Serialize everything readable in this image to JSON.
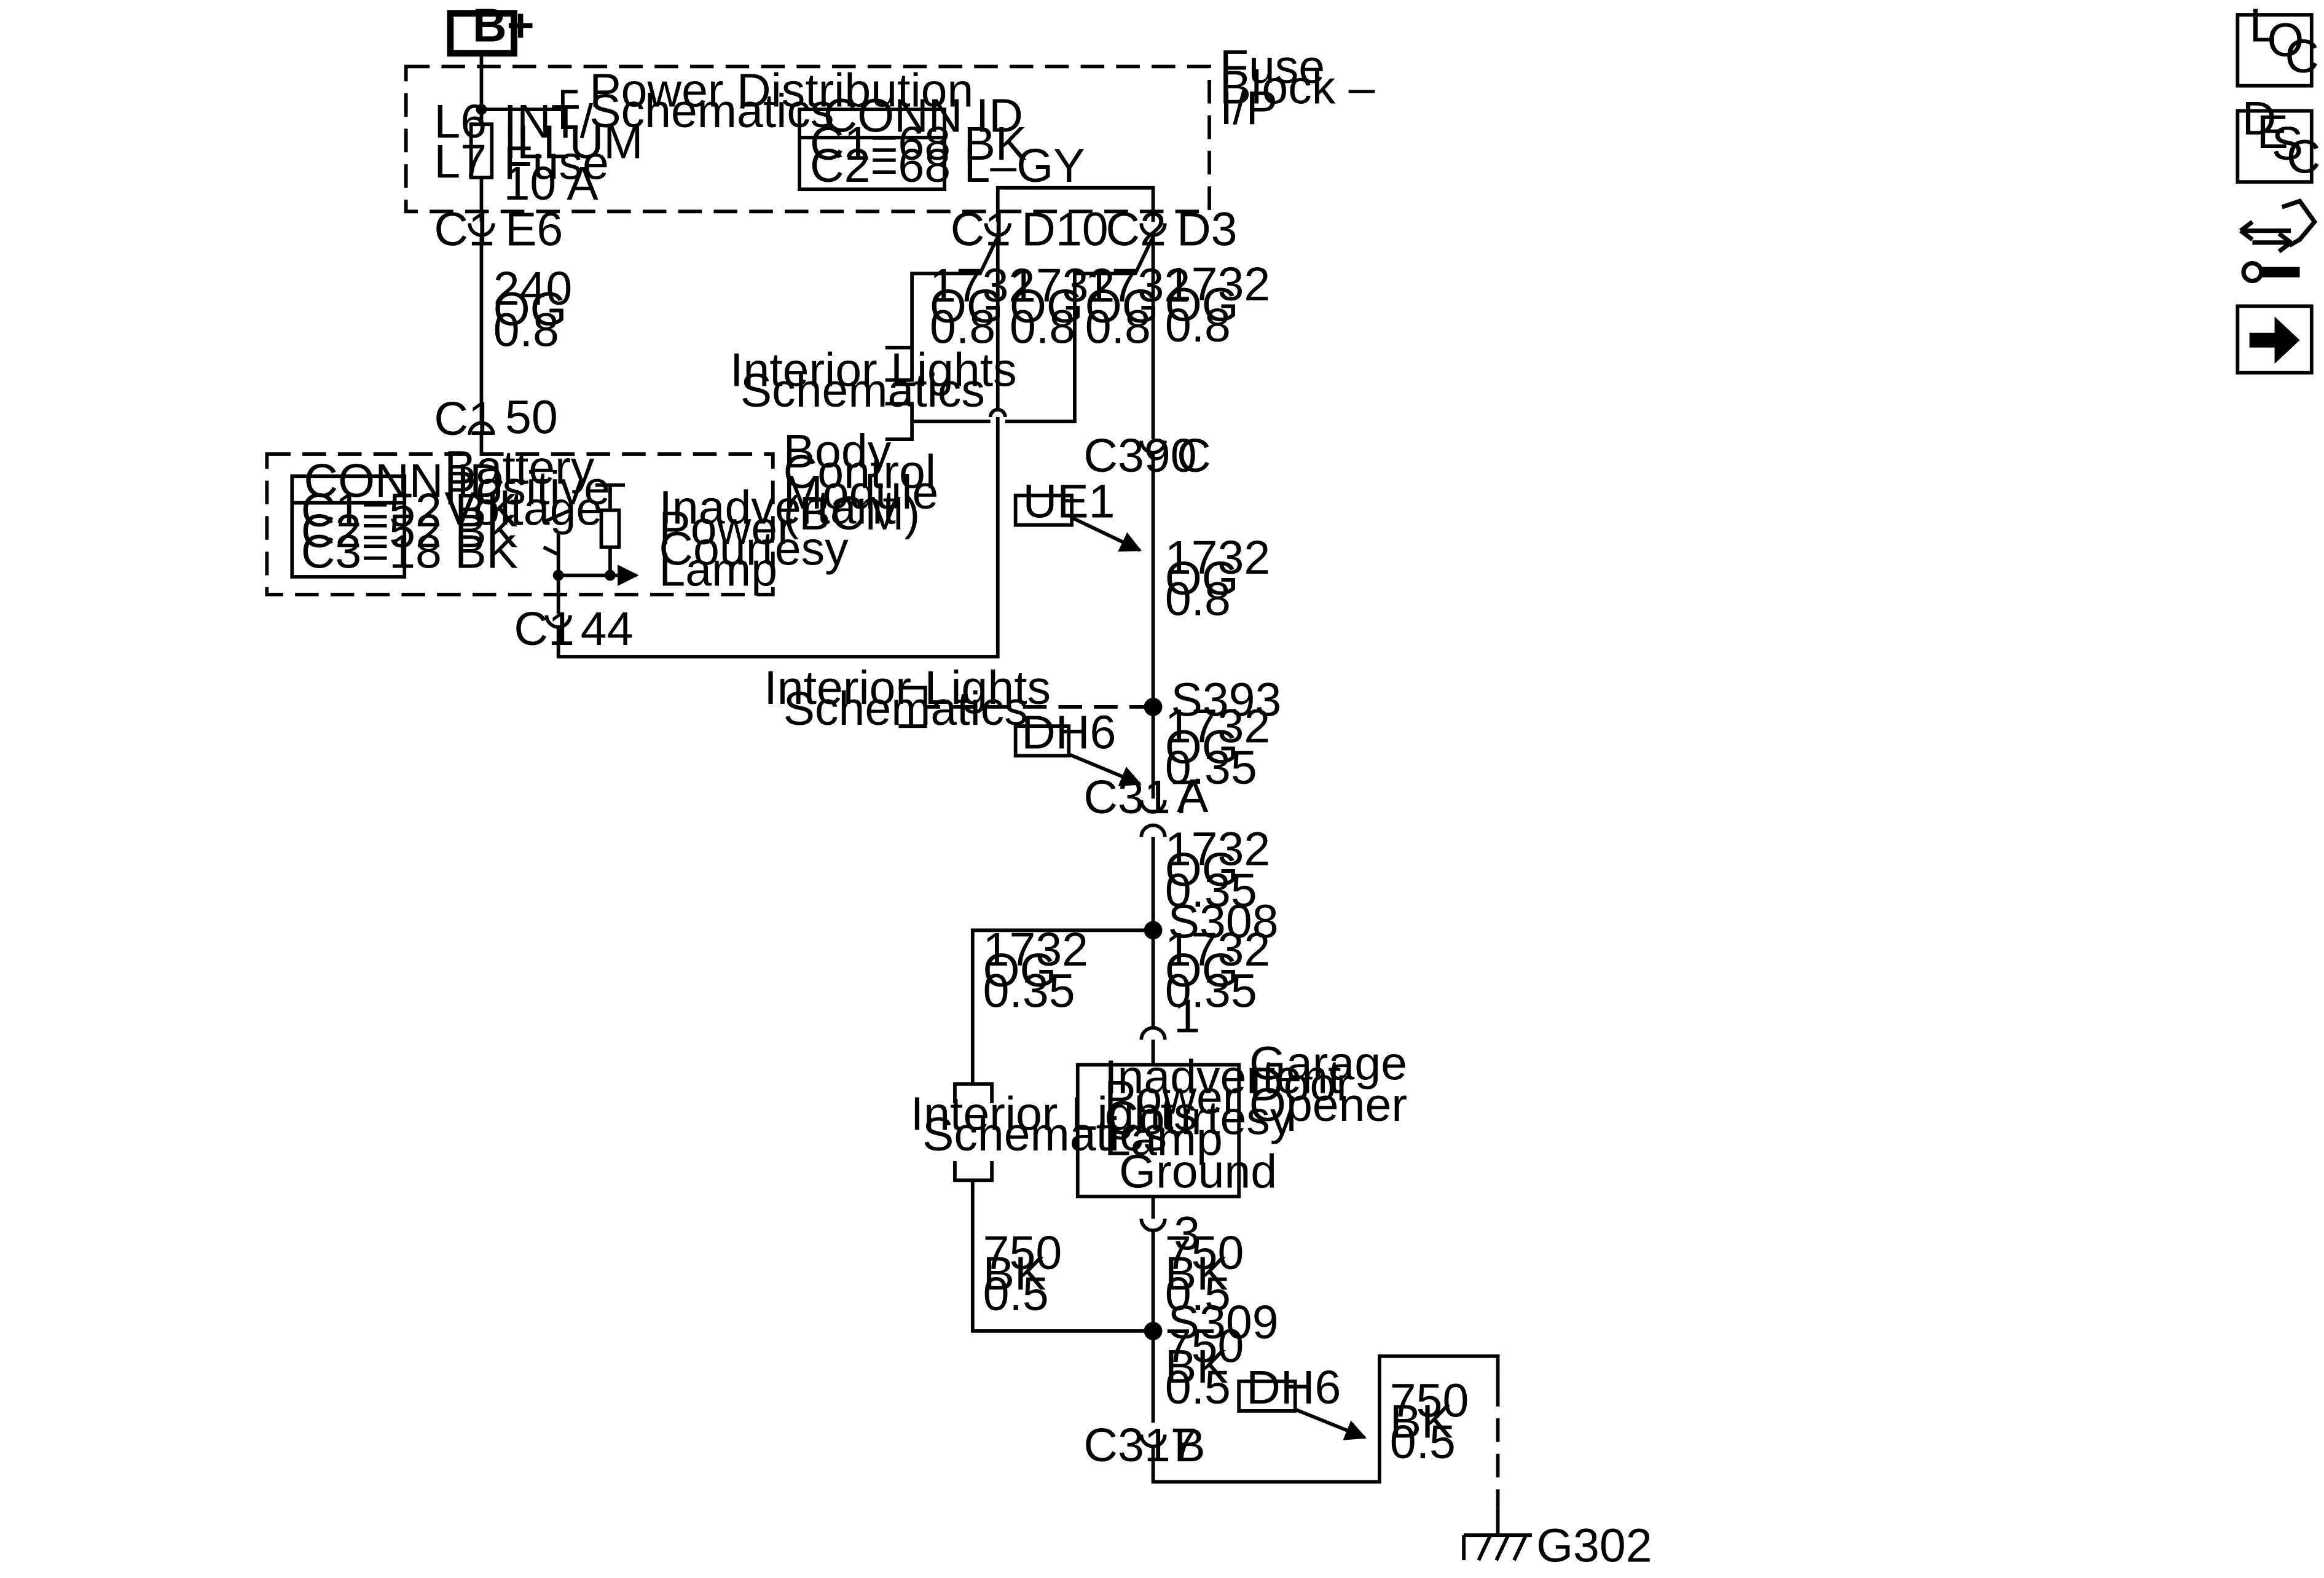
{
  "supply": {
    "label": "B+"
  },
  "fuse_block": {
    "name_lines": [
      "Fuse",
      "Block –",
      "I/P"
    ],
    "location_top": "L6",
    "location_bottom": "L7",
    "fuse_lines": [
      "INT/",
      "ILLUM",
      "Fuse",
      "10 A"
    ],
    "power_ref_lines": [
      "Power Distribution",
      "Schematics"
    ],
    "conn_id_title": "CONN ID",
    "conn_ids": [
      "C1=68 BK",
      "C2=68 L–GY"
    ]
  },
  "connectors": {
    "c1_e6": {
      "conn": "C1",
      "pin": "E6"
    },
    "c1_d10": {
      "conn": "C1",
      "pin": "D10"
    },
    "c2_d3": {
      "conn": "C2",
      "pin": "D3"
    },
    "bcm_50": {
      "conn": "C1",
      "pin": "50"
    },
    "bcm_44": {
      "conn": "C1",
      "pin": "44"
    },
    "c390": {
      "conn": "C390",
      "pin": "C"
    },
    "c317_a": {
      "conn": "C317",
      "pin": "A"
    },
    "gdo_1": {
      "pin": "1"
    },
    "gdo_3": {
      "pin": "3"
    },
    "c317_b": {
      "conn": "C317",
      "pin": "B"
    }
  },
  "wires": {
    "w240": [
      "240",
      "OG",
      "0.8"
    ],
    "w1732_a": [
      "1732",
      "OG",
      "0.8"
    ],
    "w1732_b": [
      "1732",
      "OG",
      "0.8"
    ],
    "w1732_c": [
      "1732",
      "OG",
      "0.8"
    ],
    "w1732_d": [
      "1732",
      "OG",
      "0.8"
    ],
    "w1732_e": [
      "1732",
      "OG",
      "0.8"
    ],
    "w1732_f": [
      "1732",
      "OG",
      "0.35"
    ],
    "w1732_g": [
      "1732",
      "OG",
      "0.35"
    ],
    "w1732_h": [
      "1732",
      "OG",
      "0.35"
    ],
    "w1732_i": [
      "1732",
      "OG",
      "0.35"
    ],
    "w750_a": [
      "750",
      "BK",
      "0.5"
    ],
    "w750_b": [
      "750",
      "BK",
      "0.5"
    ],
    "w750_c": [
      "750",
      "BK",
      "0.5"
    ],
    "w750_d": [
      "750",
      "BK",
      "0.5"
    ]
  },
  "splices": {
    "s393": "S393",
    "s308": "S308",
    "s309": "S309"
  },
  "ground": {
    "label": "G302"
  },
  "bcm": {
    "name_lines": [
      "Body",
      "Control",
      "Module",
      "(BCM)"
    ],
    "conn_id_title": "CONN ID",
    "conn_ids": [
      "C1=52 BK",
      "C2=52 BK",
      "C3=18 BK"
    ],
    "input_lines": [
      "Battery",
      "Positive",
      "Voltage"
    ],
    "output_lines": [
      "Inadvertant",
      "Power",
      "Courtesy",
      "Lamp"
    ]
  },
  "references": {
    "interior_lights_1": [
      "Interior Lights",
      "Schematics"
    ],
    "interior_lights_2": [
      "Interior Lights",
      "Schematics"
    ],
    "interior_lights_3": [
      "Interior Lights",
      "Schematics"
    ]
  },
  "options": {
    "ue1": "UE1",
    "dh6_a": "DH6",
    "dh6_b": "DH6"
  },
  "garage_door_opener": {
    "name_lines": [
      "Garage",
      "Door",
      "Opener"
    ],
    "function_lines": [
      "Inadvertent",
      "Power",
      "Courtesy",
      "Lamp"
    ],
    "ground_label": "Ground"
  },
  "nav": {
    "loc": [
      "L",
      "O",
      "C"
    ],
    "desc": [
      "D",
      "E",
      "S",
      "C"
    ]
  }
}
